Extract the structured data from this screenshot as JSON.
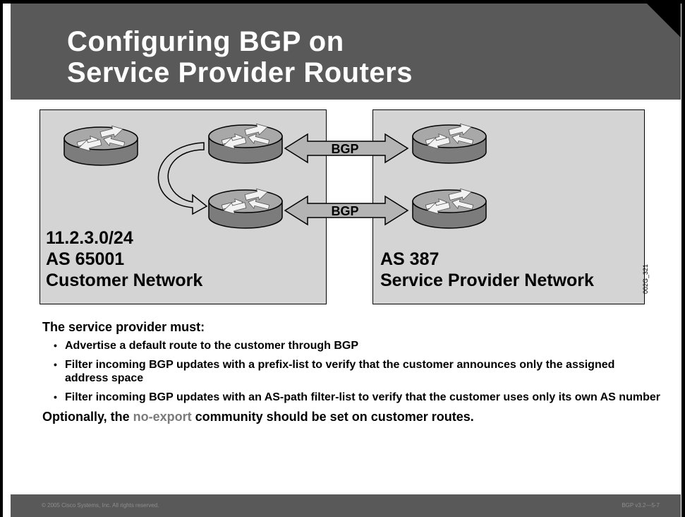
{
  "title": {
    "line1": "Configuring BGP on",
    "line2": "Service Provider Routers"
  },
  "diagram": {
    "customer": {
      "prefix": "11.2.3.0/24",
      "as": "AS 65001",
      "name": "Customer Network"
    },
    "provider": {
      "as": "AS 387",
      "name": "Service Provider Network"
    },
    "links": [
      {
        "label": "BGP"
      },
      {
        "label": "BGP"
      }
    ],
    "figure_code": "002G_321",
    "colors": {
      "panel": "#d4d4d4",
      "router_top": "#a8a8a8",
      "router_side": "#7c7c7c"
    }
  },
  "body": {
    "lead": "The service provider must:",
    "bullets": [
      "Advertise a default route to the customer through BGP",
      "Filter incoming BGP updates with a prefix-list to verify that the customer announces only the assigned address space",
      "Filter incoming BGP updates with an AS-path filter-list to verify that the customer uses only its own AS number"
    ],
    "closing_before": "Optionally, the ",
    "closing_highlight": "no-export",
    "closing_after": " community should be set on customer routes."
  },
  "footer": {
    "copyright": "© 2005 Cisco Systems, Inc. All rights reserved.",
    "course_code": "BGP v3.2—5-7"
  }
}
